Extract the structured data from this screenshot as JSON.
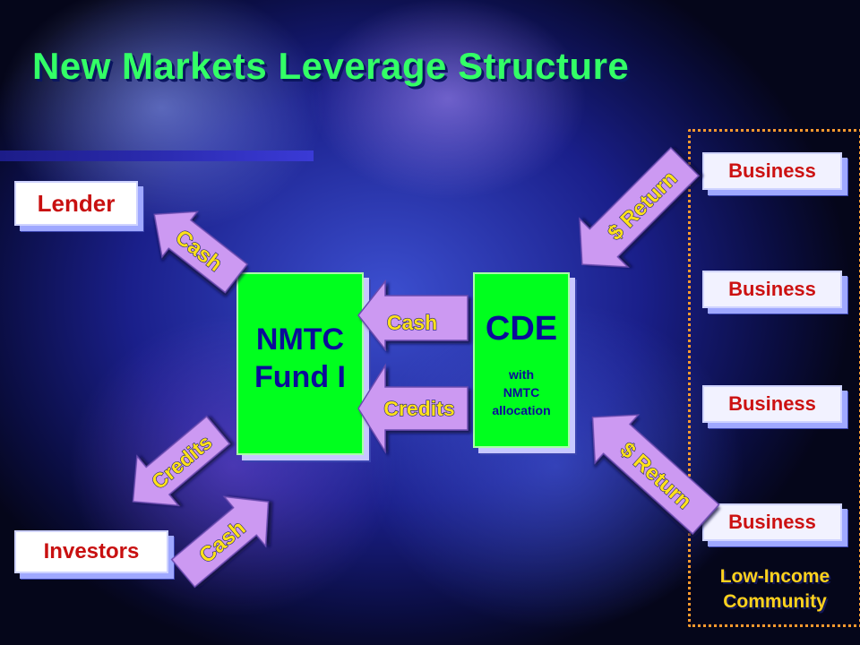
{
  "title": "New Markets Leverage Structure",
  "lender": "Lender",
  "investors": "Investors",
  "fund": {
    "label": "NMTC\nFund I"
  },
  "cde": {
    "title": "CDE",
    "subtitle": "with\nNMTC\nallocation"
  },
  "arrows": {
    "cash_top": "Cash",
    "cash_middle": "Cash",
    "credits_middle": "Credits",
    "credits_bottom": "Credits",
    "cash_bottom": "Cash",
    "return_top": "$ Return",
    "return_bottom": "$ Return"
  },
  "businesses": [
    "Business",
    "Business",
    "Business",
    "Business"
  ],
  "community": {
    "label": "Low-Income\nCommunity"
  },
  "colors": {
    "title": "#33ff66",
    "box_green": "#00ff1e",
    "arrow_fill": "#cc99f2",
    "arrow_text": "#ffe11a",
    "business_text": "#cc1111",
    "community_border": "#ff9a2e"
  }
}
